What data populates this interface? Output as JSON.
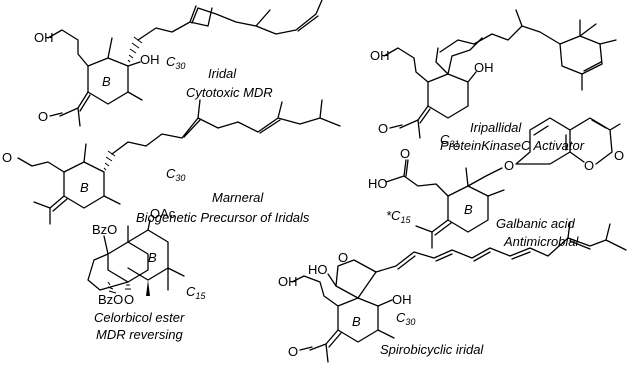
{
  "compounds": [
    {
      "carbon_prefix": "C",
      "carbon_count": "30",
      "name": "Iridal",
      "activity": "Cytotoxic MDR",
      "ring": "B",
      "atoms": {
        "oh_chain": "OH",
        "oh_ring": "OH",
        "ald": "O"
      }
    },
    {
      "carbon_prefix": "C",
      "carbon_count": "31",
      "name": "Iripallidal",
      "activity": "ProteinKinaseC Activator",
      "ring": "",
      "atoms": {
        "oh_chain": "OH",
        "oh_ring": "OH",
        "ald": "O"
      }
    },
    {
      "carbon_prefix": "C",
      "carbon_count": "30",
      "name": "Marneral",
      "activity": "Biogenetic Precursor of Iridals",
      "ring": "B",
      "atoms": {
        "ald": "O"
      }
    },
    {
      "carbon_prefix": "*C",
      "carbon_count": "15",
      "name": "Galbanic acid",
      "activity": "Antimicrobial",
      "ring": "B",
      "atoms": {
        "acid": "HO",
        "acid_o": "O",
        "ether_o": "O",
        "lactone_o": "O",
        "lactone_co": "O"
      }
    },
    {
      "carbon_prefix": "C",
      "carbon_count": "15",
      "name": "Celorbicol ester",
      "activity": "MDR reversing",
      "ring": "B",
      "atoms": {
        "bzo_top": "BzO",
        "oac": "OAc",
        "bzo_bottom": "BzO",
        "bridge_o": "O"
      }
    },
    {
      "carbon_prefix": "C",
      "carbon_count": "30",
      "name": "Spirobicyclic iridal",
      "activity": "",
      "ring": "B",
      "atoms": {
        "oh_chain": "OH",
        "ho_ring": "HO",
        "ring_o": "O",
        "oh_ring": "OH",
        "ald": "O"
      }
    }
  ]
}
